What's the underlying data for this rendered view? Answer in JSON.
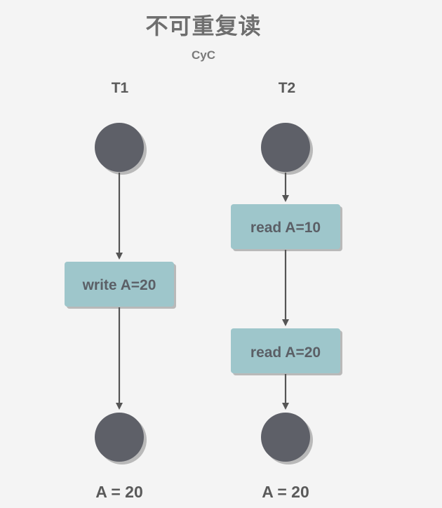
{
  "title": "不可重复读",
  "subtitle": "CyC",
  "lanes": [
    {
      "label": "T1",
      "steps": [
        "write A=20"
      ],
      "result": "A = 20"
    },
    {
      "label": "T2",
      "steps": [
        "read A=10",
        "read A=20"
      ],
      "result": "A = 20"
    }
  ],
  "colors": {
    "node": "#5e6068",
    "box": "#9ec6cb",
    "arrow": "#555555",
    "shadow": "#b9b9b9"
  }
}
